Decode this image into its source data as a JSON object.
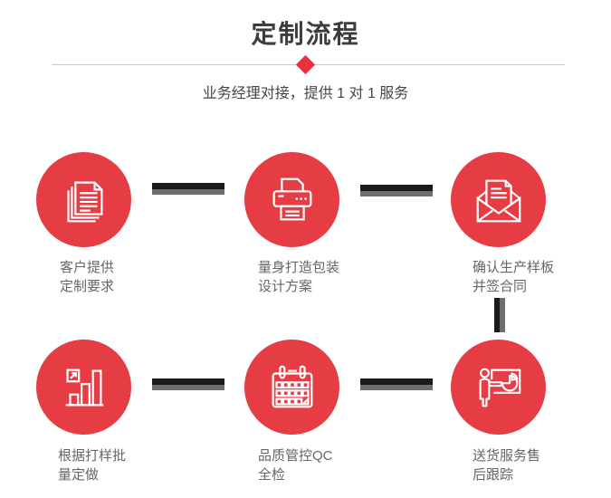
{
  "header": {
    "title": "定制流程",
    "subtitle": "业务经理对接，提供 1 对 1 服务"
  },
  "colors": {
    "accent_red": "#e63c44",
    "diamond_red": "#e5323b",
    "connector_dark": "#1a1a1a",
    "connector_gray": "#6e6e6e",
    "divider_gray": "#c9c9c9",
    "label_gray": "#666666",
    "title_gray": "#3d3d3d",
    "icon_white": "#ffffff"
  },
  "steps": [
    {
      "icon": "documents-icon",
      "label_line1": "客户提供",
      "label_line2": "定制要求"
    },
    {
      "icon": "printer-icon",
      "label_line1": "量身打造包装",
      "label_line2": "设计方案"
    },
    {
      "icon": "envelope-icon",
      "label_line1": "确认生产样板",
      "label_line2": "并签合同"
    },
    {
      "icon": "bar-chart-icon",
      "label_line1": "根据打样批",
      "label_line2": "量定做"
    },
    {
      "icon": "calendar-icon",
      "label_line1": "品质管控QC",
      "label_line2": "全检"
    },
    {
      "icon": "presentation-icon",
      "label_line1": "送货服务售",
      "label_line2": "后跟踪"
    }
  ]
}
